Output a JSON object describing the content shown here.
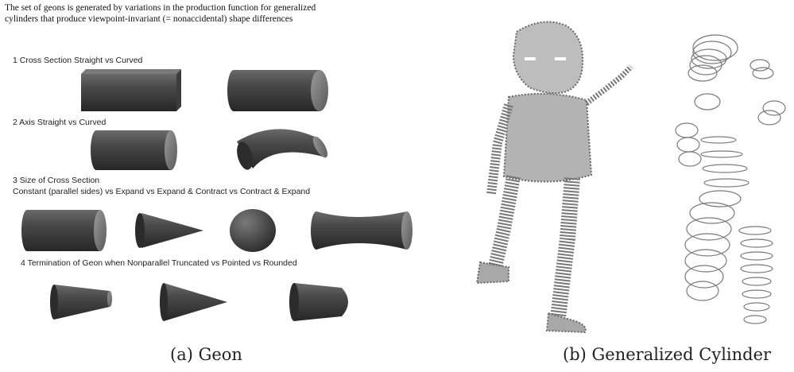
{
  "panel_a": {
    "intro_line1": "The set of geons is generated by variations in the production function for generalized",
    "intro_line2": "cylinders that produce viewpoint-invariant (= nonaccidental) shape differences",
    "section1": "1   Cross Section   Straight vs  Curved",
    "section2": "2   Axis   Straight vs  Curved",
    "section3_title": "3   Size of Cross Section",
    "section3_detail": "Constant (parallel sides) vs  Expand vs  Expand & Contract vs Contract & Expand",
    "section4": "4   Termination of Geon when Nonparallel   Truncated vs  Pointed vs  Rounded",
    "caption": "(a) Geon"
  },
  "panel_b": {
    "caption": "(b) Generalized Cylinder"
  },
  "colors": {
    "shape_dark": "#3a3a3a",
    "shape_mid": "#5d5d5d",
    "shape_light": "#8b8b8b",
    "figure_ink": "#6e6e6e"
  }
}
